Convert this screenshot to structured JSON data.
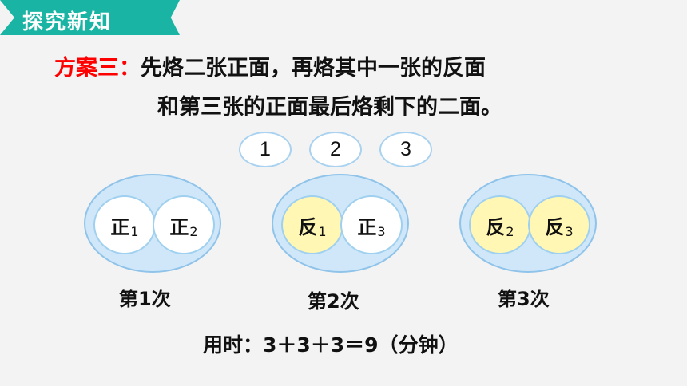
{
  "header": {
    "title": "探究新知",
    "tag_color": "#19b4a3"
  },
  "plan": {
    "label": "方案三：",
    "line1": "先烙二张正面，再烙其中一张的反面",
    "line2": "和第三张的正面最后烙剩下的二面。"
  },
  "numbers": [
    "1",
    "2",
    "3"
  ],
  "groups": [
    {
      "label": "第1次",
      "cakes": [
        {
          "text": "正",
          "sub": "1",
          "color": "white"
        },
        {
          "text": "正",
          "sub": "2",
          "color": "white"
        }
      ]
    },
    {
      "label": "第2次",
      "cakes": [
        {
          "text": "反",
          "sub": "1",
          "color": "yellow"
        },
        {
          "text": "正",
          "sub": "3",
          "color": "white"
        }
      ]
    },
    {
      "label": "第3次",
      "cakes": [
        {
          "text": "反",
          "sub": "2",
          "color": "yellow"
        },
        {
          "text": "反",
          "sub": "3",
          "color": "yellow"
        }
      ]
    }
  ],
  "summary": "用时：3＋3＋3＝9（分钟）",
  "colors": {
    "accent_red": "#ff0000",
    "circle_blue": "#cfe7f8",
    "cake_yellow": "#fff7b3"
  }
}
